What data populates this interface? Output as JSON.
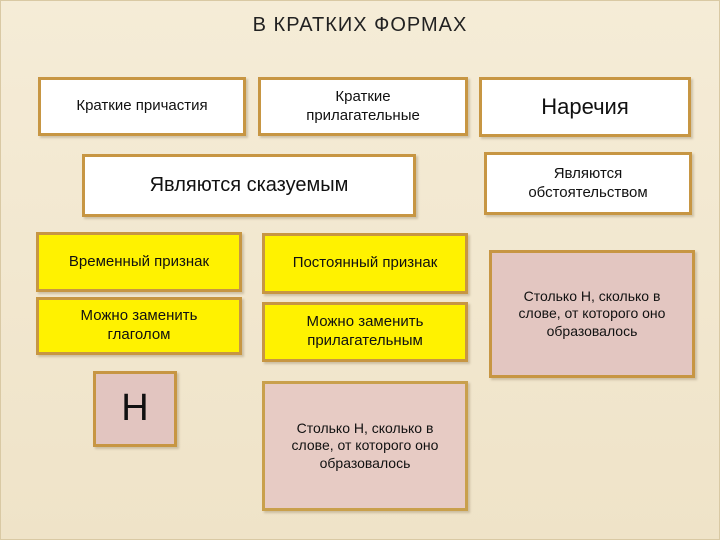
{
  "slide": {
    "title": "В КРАТКИХ ФОРМАХ"
  },
  "columns": {
    "short_participles": "Краткие причастия",
    "short_adjectives": "Краткие прилагательные",
    "adverbs": "Наречия"
  },
  "predicate_box": "Являются сказуемым",
  "circumstance_box": "Являются обстоятельством",
  "participle_features": {
    "feature": "Временный признак",
    "replace": "Можно заменить глаголом",
    "letter": "Н"
  },
  "adjective_features": {
    "feature": "Постоянный признак",
    "replace": "Можно заменить прилагательным",
    "rule": "Столько Н, сколько в слове, от которого оно образовалось"
  },
  "adverb_features": {
    "rule": "Столько Н, сколько в слове, от которого оно образовалось"
  }
}
